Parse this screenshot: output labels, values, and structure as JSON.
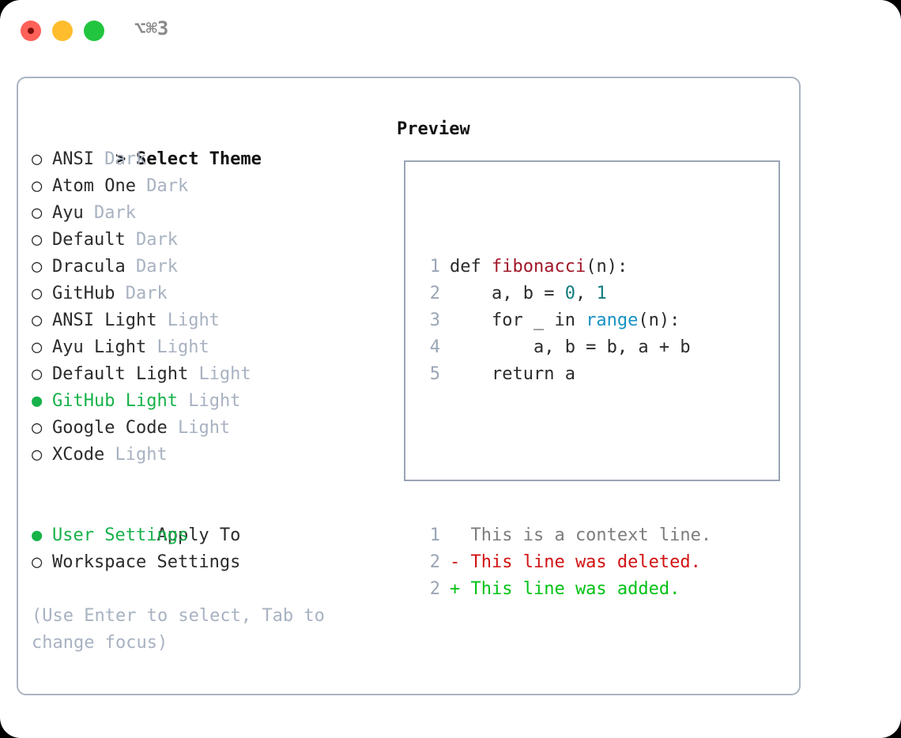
{
  "titlebar": {
    "shortcut": "⌥⌘3",
    "buttons": {
      "close": "close-dot",
      "minimize": "minimize-dot",
      "maximize": "maximize-dot"
    }
  },
  "colors": {
    "accent_green": "#17b24a",
    "muted": "#a8b2c1",
    "panel_border": "#aab4c2",
    "preview_border": "#9aa5b5",
    "diff_add": "#00c214",
    "diff_del": "#d21212",
    "func": "#a01627",
    "number": "#0f7b7b",
    "builtin": "#1792c4"
  },
  "theme_picker": {
    "heading": "Select Theme",
    "heading_marker": ">",
    "marker_selected": "●",
    "marker_unselected": "○",
    "items": [
      {
        "label": "ANSI",
        "tag": "Dark",
        "selected": false
      },
      {
        "label": "Atom One",
        "tag": "Dark",
        "selected": false
      },
      {
        "label": "Ayu",
        "tag": "Dark",
        "selected": false
      },
      {
        "label": "Default",
        "tag": "Dark",
        "selected": false
      },
      {
        "label": "Dracula",
        "tag": "Dark",
        "selected": false
      },
      {
        "label": "GitHub",
        "tag": "Dark",
        "selected": false
      },
      {
        "label": "ANSI Light",
        "tag": "Light",
        "selected": false
      },
      {
        "label": "Ayu Light",
        "tag": "Light",
        "selected": false
      },
      {
        "label": "Default Light",
        "tag": "Light",
        "selected": false
      },
      {
        "label": "GitHub Light",
        "tag": "Light",
        "selected": true
      },
      {
        "label": "Google Code",
        "tag": "Light",
        "selected": false
      },
      {
        "label": "XCode",
        "tag": "Light",
        "selected": false
      }
    ]
  },
  "apply_to": {
    "heading": "Apply To",
    "items": [
      {
        "label": "User Settings",
        "selected": true
      },
      {
        "label": "Workspace Settings",
        "selected": false
      }
    ]
  },
  "hint": "(Use Enter to select, Tab to change focus)",
  "preview": {
    "title": "Preview",
    "code_lines": [
      {
        "num": "1",
        "tokens": [
          {
            "t": "def ",
            "c": "plain"
          },
          {
            "t": "fibonacci",
            "c": "func"
          },
          {
            "t": "(n):",
            "c": "plain"
          }
        ]
      },
      {
        "num": "2",
        "tokens": [
          {
            "t": "    a, b = ",
            "c": "plain"
          },
          {
            "t": "0",
            "c": "num"
          },
          {
            "t": ", ",
            "c": "plain"
          },
          {
            "t": "1",
            "c": "num"
          }
        ]
      },
      {
        "num": "3",
        "tokens": [
          {
            "t": "    for _ in ",
            "c": "plain"
          },
          {
            "t": "range",
            "c": "builtin"
          },
          {
            "t": "(n):",
            "c": "plain"
          }
        ]
      },
      {
        "num": "4",
        "tokens": [
          {
            "t": "        a, b = b, a + b",
            "c": "plain"
          }
        ]
      },
      {
        "num": "5",
        "tokens": [
          {
            "t": "    return a",
            "c": "plain"
          }
        ]
      }
    ],
    "diff_lines": [
      {
        "num": "1",
        "tokens": [
          {
            "t": "  This is a context line.",
            "c": "ctx"
          }
        ]
      },
      {
        "num": "2",
        "tokens": [
          {
            "t": "- This line was deleted.",
            "c": "del"
          }
        ]
      },
      {
        "num": "2",
        "tokens": [
          {
            "t": "+ This line was added.",
            "c": "add"
          }
        ]
      }
    ]
  }
}
